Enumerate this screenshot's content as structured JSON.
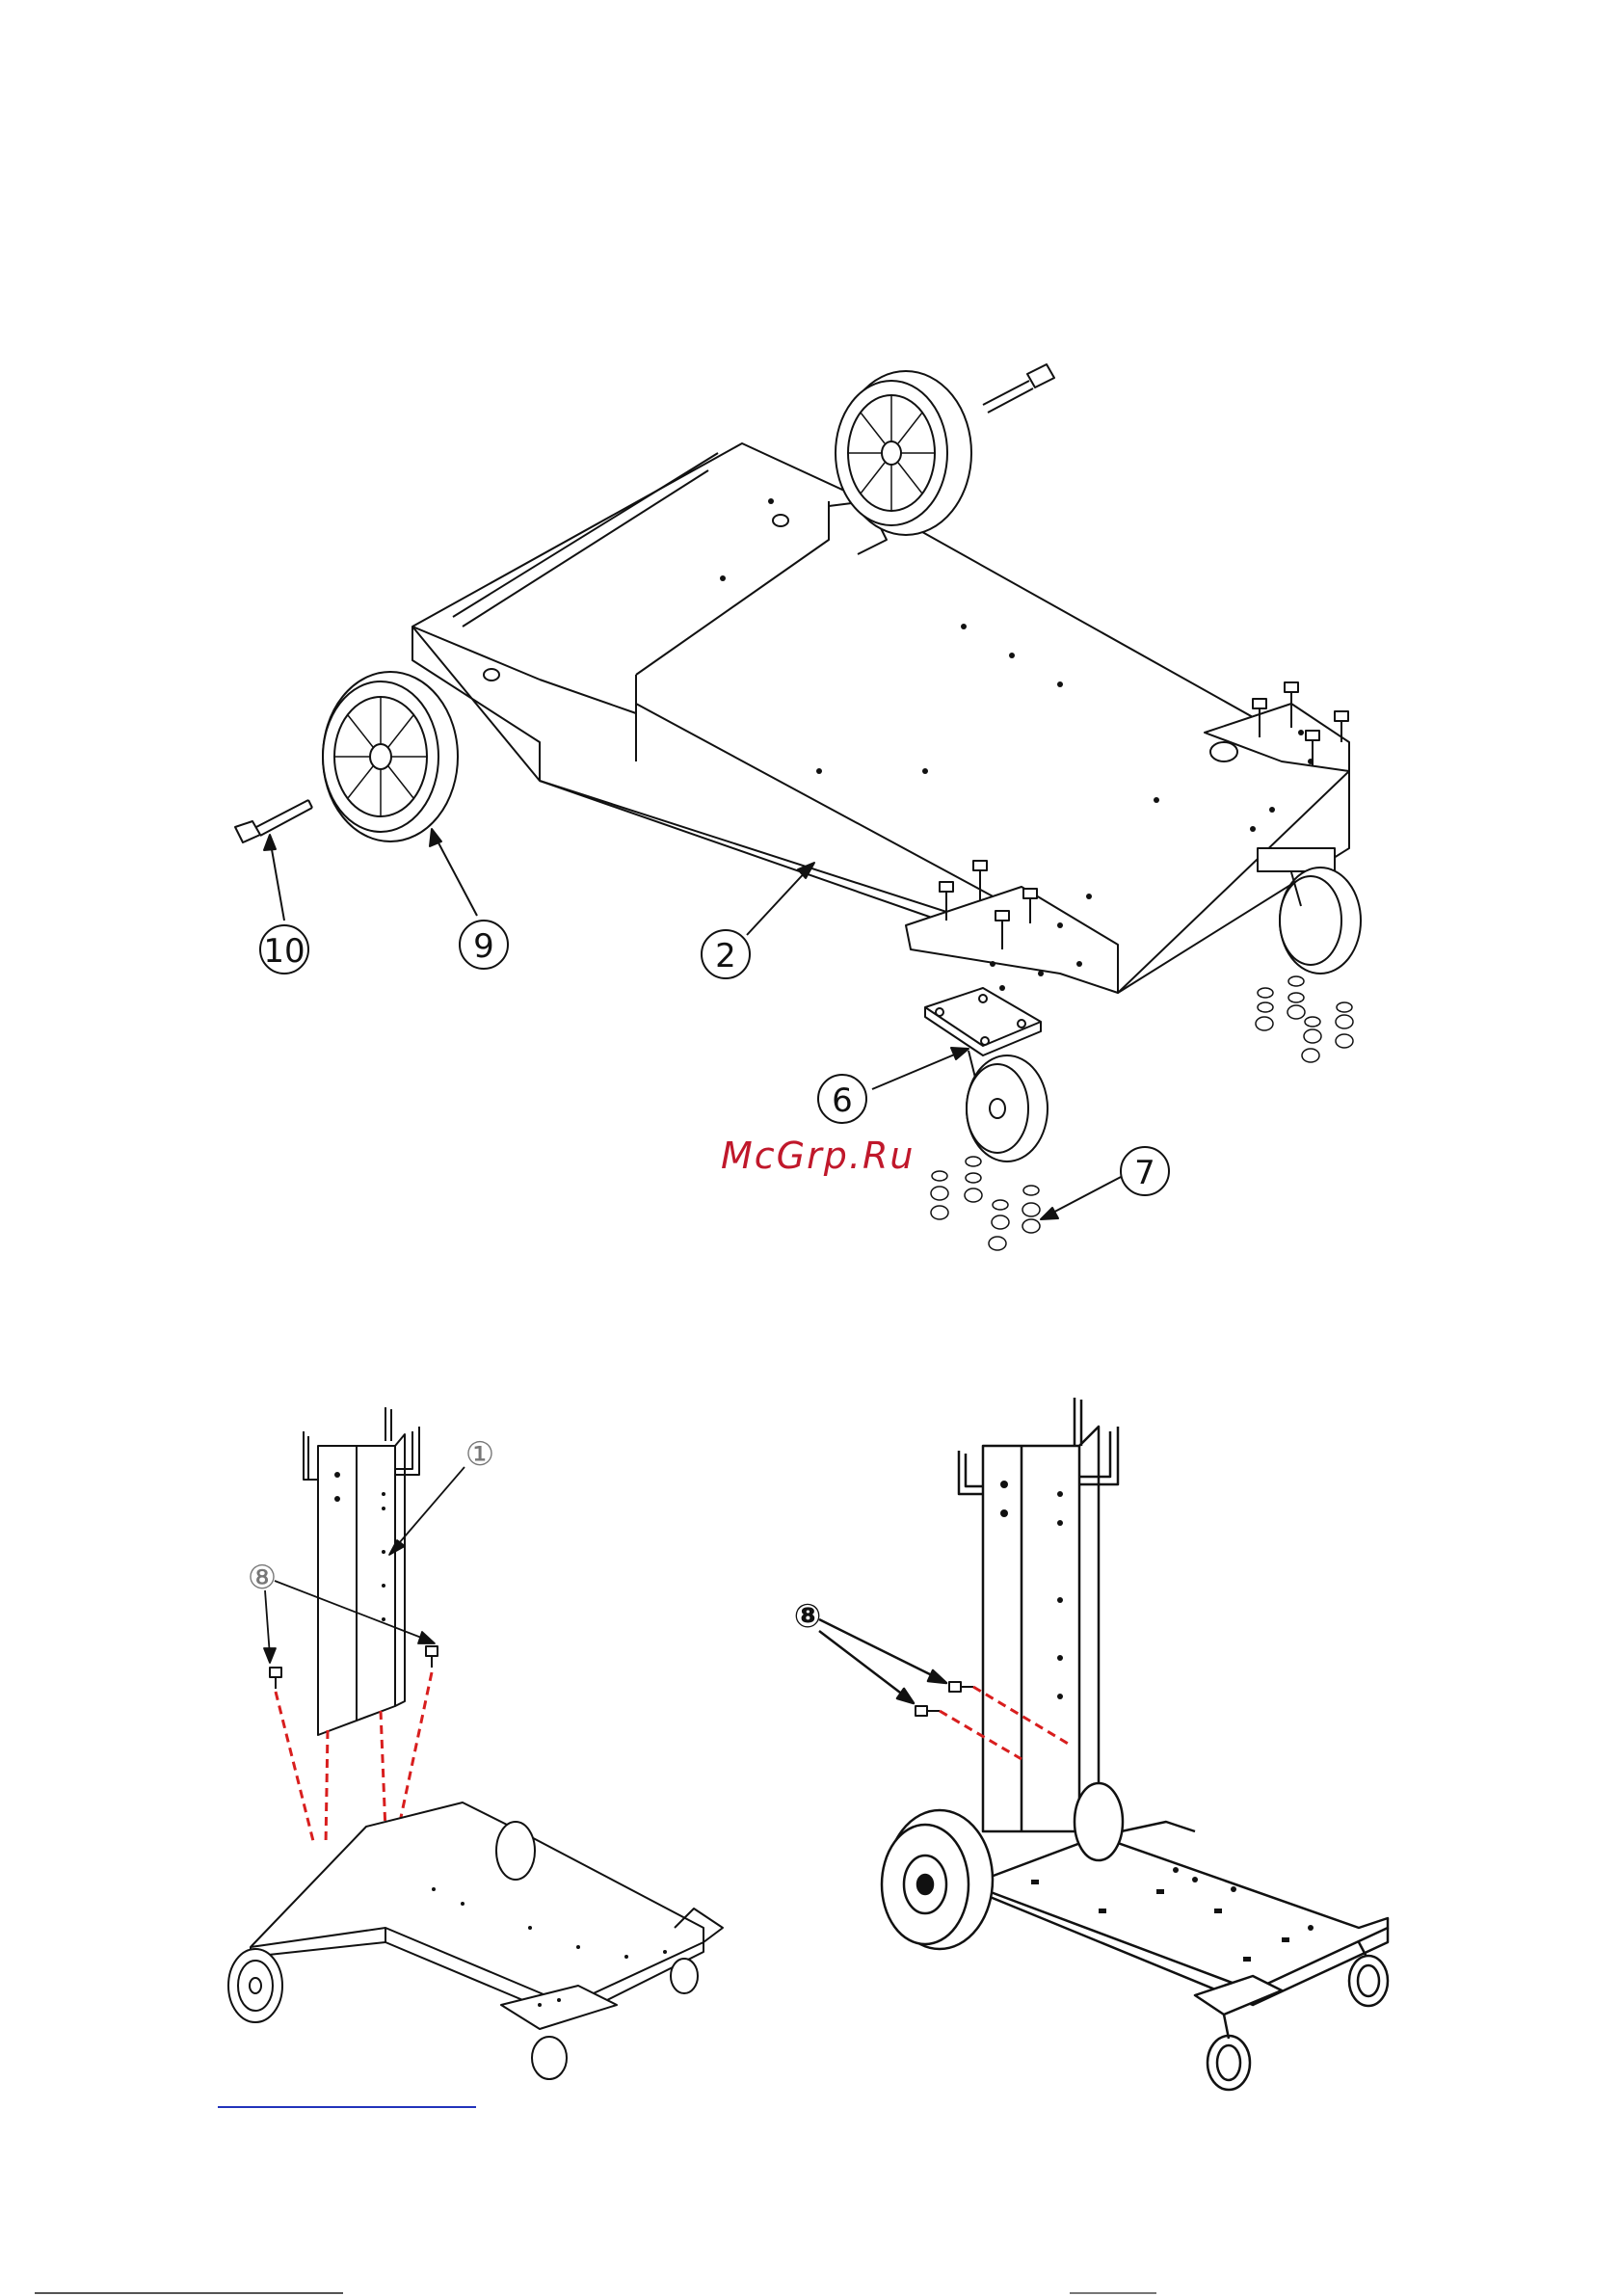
{
  "callouts": {
    "top": [
      "10",
      "9",
      "2",
      "6",
      "7"
    ],
    "bottom_left": [
      "①",
      "⑧"
    ],
    "bottom_right": [
      "⑧"
    ]
  },
  "watermark": "McGrp.Ru",
  "colors": {
    "line": "#111111",
    "dashed_guide": "#d81e1e",
    "watermark": "#c0182b"
  }
}
